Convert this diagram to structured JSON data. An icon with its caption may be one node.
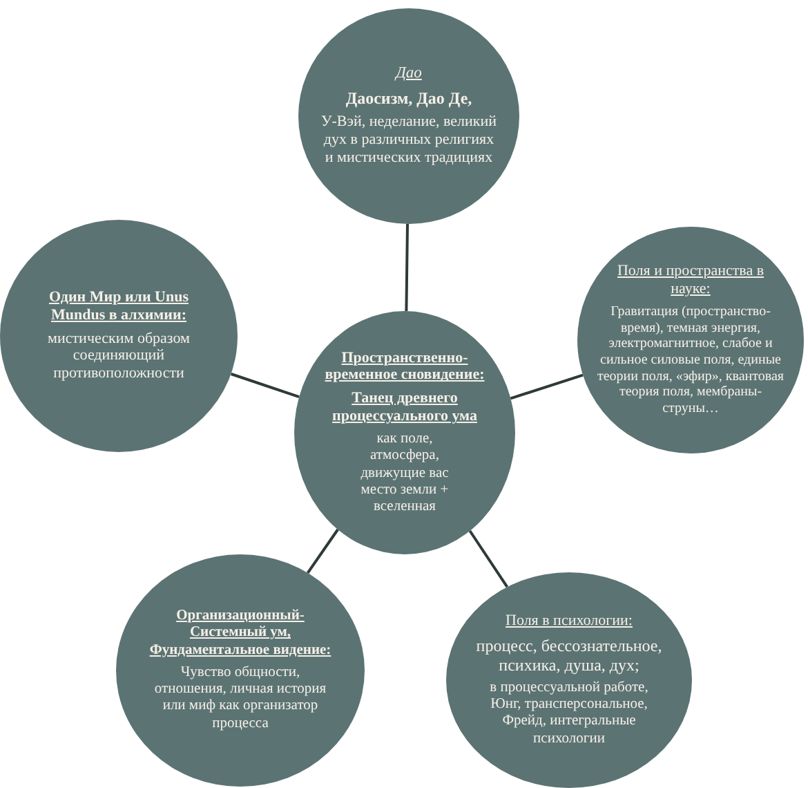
{
  "diagram": {
    "nodes": [
      {
        "text": [
          "Дао",
          "Даосизм, Дао Де,",
          "У-Вэй, неделание, великий дух в различных религиях и мистических традициях"
        ]
      },
      {
        "text": [
          "Один Мир или Unus Mundus в алхимии:",
          "мистическим образом соединяющий противоположности"
        ]
      },
      {
        "text": [
          "Поля и пространства в науке:",
          "Гравитация (пространство-время), темная энергия, электромагнитное, слабое и сильное силовые поля, единые теории поля, «эфир», квантовая теория поля, мембраны-струны…"
        ]
      },
      {
        "text": [
          "Пространственно-временное сновидение:",
          "Танец древнего процессуального ума",
          "как поле, атмосфера, движущие вас место земли + вселенная"
        ]
      },
      {
        "text": [
          "Организационный-Системный ум, Фундаментальное видение:",
          "Чувство общности, отношения, личная история или миф как организатор процесса"
        ]
      },
      {
        "text": [
          "Поля в психологии:",
          "процесс, бессознательное, психика, душа, дух;",
          "в процессуальной работе, Юнг, трансперсональное, Фрейд, интегральные психологии"
        ]
      }
    ],
    "edges": [
      {
        "from": 3,
        "to": 0,
        "arrow": "none"
      },
      {
        "from": 3,
        "to": 1,
        "arrow": "none"
      },
      {
        "from": 3,
        "to": 2,
        "arrow": "none"
      },
      {
        "from": 3,
        "to": 4,
        "arrow": "none"
      },
      {
        "from": 3,
        "to": 5,
        "arrow": "none"
      }
    ]
  }
}
